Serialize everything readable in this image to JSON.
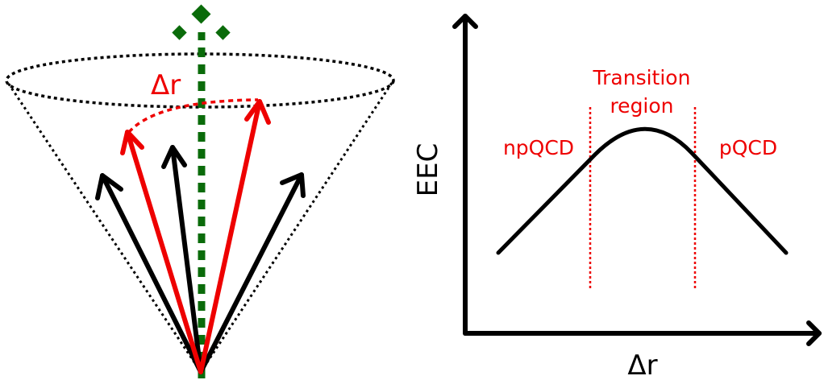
{
  "cone": {
    "delta_r_label": "Δr",
    "colors": {
      "axis": "#0a6b0a",
      "highlight": "#ee0000",
      "particle": "#000000",
      "outline": "#000000"
    }
  },
  "plot": {
    "ylabel": "EEC",
    "xlabel": "Δr",
    "regions": {
      "left": "npQCD",
      "middle_line1": "Transition",
      "middle_line2": "region",
      "right": "pQCD"
    },
    "colors": {
      "annotation": "#ee0000",
      "curve": "#000000",
      "axes": "#000000"
    }
  }
}
